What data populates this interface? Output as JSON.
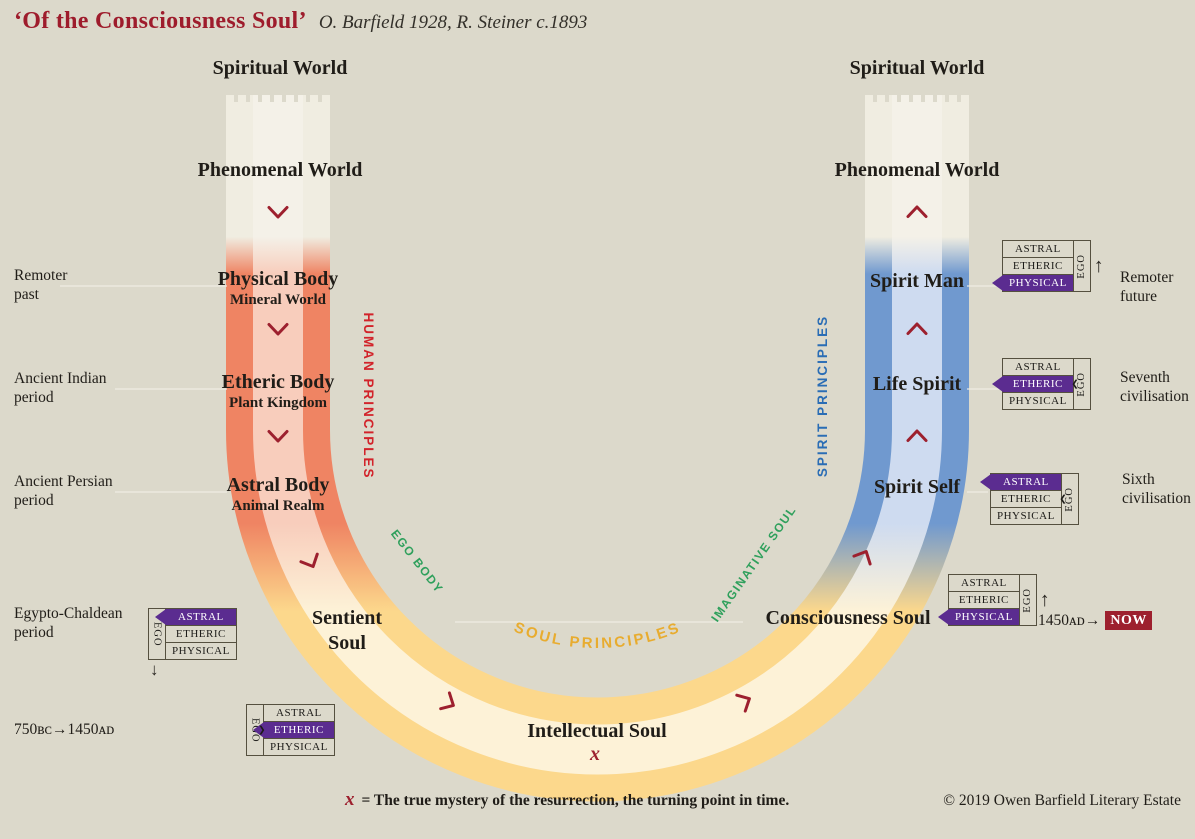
{
  "header": {
    "title": "‘Of the Consciousness Soul’",
    "subtitle": "O. Barfield 1928, R. Steiner c.1893"
  },
  "arms": {
    "left": {
      "spiritual": "Spiritual World",
      "phenomenal": "Phenomenal World",
      "stages": [
        {
          "title": "Physical Body",
          "subtitle": "Mineral World"
        },
        {
          "title": "Etheric Body",
          "subtitle": "Plant Kingdom"
        },
        {
          "title": "Astral Body",
          "subtitle": "Animal Realm"
        }
      ]
    },
    "right": {
      "spiritual": "Spiritual World",
      "phenomenal": "Phenomenal World",
      "stages": [
        "Spirit Man",
        "Life Spirit",
        "Spirit Self"
      ]
    }
  },
  "souls": {
    "sentient": "Sentient Soul",
    "intellectual": "Intellectual Soul",
    "consciousness": "Consciousness Soul"
  },
  "curved_labels": {
    "human": "HUMAN PRINCIPLES",
    "spirit": "SPIRIT PRINCIPLES",
    "ego_body": "EGO BODY",
    "imaginative": "IMAGINATIVE SOUL",
    "soul_principles": "SOUL PRINCIPLES"
  },
  "periods_left": [
    {
      "l1": "Remoter",
      "l2": "past"
    },
    {
      "l1": "Ancient Indian",
      "l2": "period"
    },
    {
      "l1": "Ancient Persian",
      "l2": "period"
    },
    {
      "l1": "Egypto-Chaldean",
      "l2": "period"
    }
  ],
  "periods_right": [
    {
      "l1": "Remoter",
      "l2": "future"
    },
    {
      "l1": "Seventh",
      "l2": "civilisation"
    },
    {
      "l1": "Sixth",
      "l2": "civilisation"
    }
  ],
  "timeline": {
    "left": "750ʙᴄ→1450ᴀᴅ",
    "right": "1450ᴀᴅ→",
    "now": "NOW"
  },
  "boxes": {
    "spirit_man": {
      "rows": [
        "ASTRAL",
        "ETHERIC",
        "PHYSICAL"
      ],
      "highlight": "PHYSICAL",
      "ego": "EGO",
      "arrow": "↑"
    },
    "life_spirit": {
      "rows": [
        "ASTRAL",
        "ETHERIC",
        "PHYSICAL"
      ],
      "highlight": "ETHERIC",
      "ego": "EGO",
      "arrow": "❮"
    },
    "spirit_self": {
      "rows": [
        "ASTRAL",
        "ETHERIC",
        "PHYSICAL"
      ],
      "highlight": "ASTRAL",
      "ego": "EGO",
      "arrow": "❮"
    },
    "consciousness": {
      "rows": [
        "ASTRAL",
        "ETHERIC",
        "PHYSICAL"
      ],
      "highlight": "PHYSICAL",
      "ego": "EGO",
      "arrow": "↑"
    },
    "sentient": {
      "rows": [
        "ASTRAL",
        "ETHERIC",
        "PHYSICAL"
      ],
      "highlight": "ASTRAL",
      "ego": "EGO",
      "arrow": "↓"
    },
    "intellectual": {
      "rows": [
        "ASTRAL",
        "ETHERIC",
        "PHYSICAL"
      ],
      "highlight": "ETHERIC",
      "ego": "EGO",
      "arrow": "❯"
    }
  },
  "marker": {
    "x": "x"
  },
  "footer": {
    "note": "= The true mystery of the resurrection, the turning point in time.",
    "copyright": "© 2019 Owen Barfield Literary Estate"
  },
  "colors": {
    "background": "#dcd9cb",
    "salmon": "#ef8463",
    "blue": "#7099cf",
    "yellow": "#fcd88c",
    "purple": "#5b2c90",
    "accent_red": "#9d202e",
    "green": "#2fa05c",
    "gold": "#e8ac2f"
  }
}
